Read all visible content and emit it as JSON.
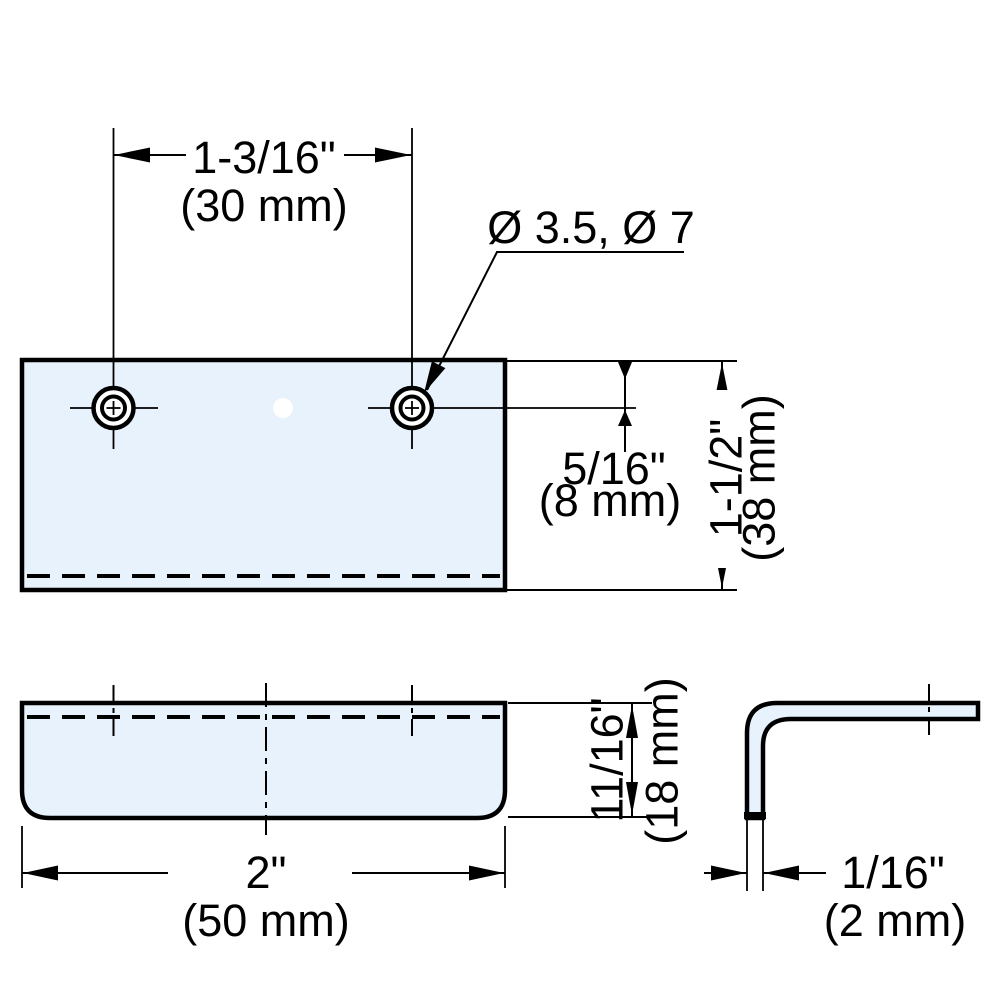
{
  "colors": {
    "part_fill": "#e7f2fc",
    "line": "#000000",
    "background": "#ffffff"
  },
  "labels": {
    "hole_spacing_imperial": "1-3/16\"",
    "hole_spacing_metric": "(30 mm)",
    "hole_diameters": "Ø 3.5, Ø 7",
    "hole_offset_imperial": "5/16\"",
    "hole_offset_metric": "(8 mm)",
    "plate_depth_imperial": "1-1/2\"",
    "plate_depth_metric": "(38 mm)",
    "lip_height_imperial": "11/16\"",
    "lip_height_metric": "(18 mm)",
    "width_imperial": "2\"",
    "width_metric": "(50 mm)",
    "thickness_imperial": "1/16\"",
    "thickness_metric": "(2 mm)"
  }
}
